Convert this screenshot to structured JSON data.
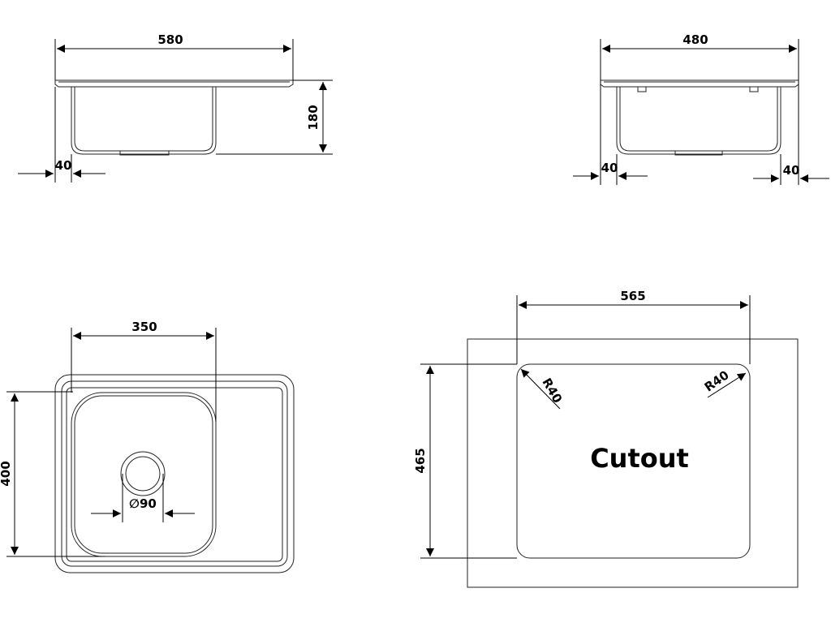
{
  "colors": {
    "background": "#ffffff",
    "line": "#000000"
  },
  "dimensions": {
    "front_width": "580",
    "front_height": "180",
    "front_flange": "40",
    "side_width": "480",
    "side_flange_left": "40",
    "side_flange_right": "40",
    "top_bowl_width": "350",
    "top_height": "400",
    "drain_diameter": "∅90",
    "cutout_width": "565",
    "cutout_height": "465",
    "corner_radius_left": "R40",
    "corner_radius_right": "R40"
  },
  "labels": {
    "cutout": "Cutout"
  }
}
